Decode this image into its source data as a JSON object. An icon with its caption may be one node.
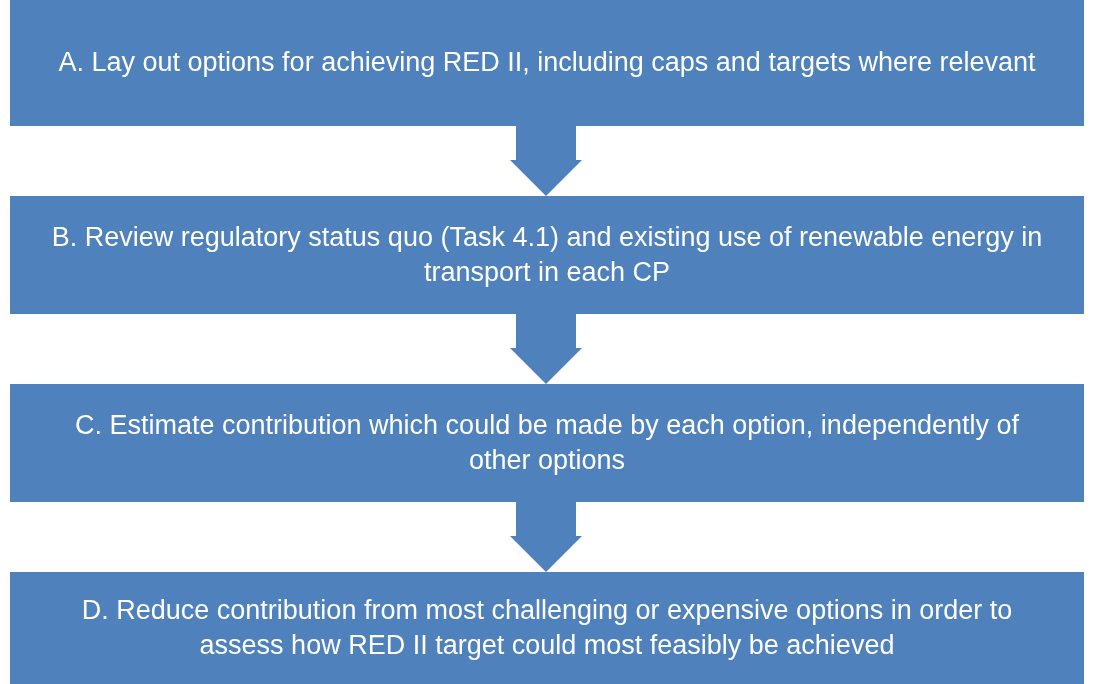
{
  "diagram": {
    "nodes": [
      {
        "text": [
          "A. Lay out options for achieving RED II, including caps and targets where relevant"
        ]
      },
      {
        "text": [
          "B. Review regulatory status quo (Task 4.1) and existing use of renewable energy in transport in each CP"
        ]
      },
      {
        "text": [
          "C. Estimate contribution which could be made by each option, independently of other options"
        ]
      },
      {
        "text": [
          "D. Reduce contribution from most challenging or expensive options in order to assess how RED II target could most feasibly be achieved"
        ]
      }
    ],
    "edges": [
      {
        "from": 0,
        "to": 1,
        "arrow": "to"
      },
      {
        "from": 1,
        "to": 2,
        "arrow": "to"
      },
      {
        "from": 2,
        "to": 3,
        "arrow": "to"
      }
    ]
  }
}
